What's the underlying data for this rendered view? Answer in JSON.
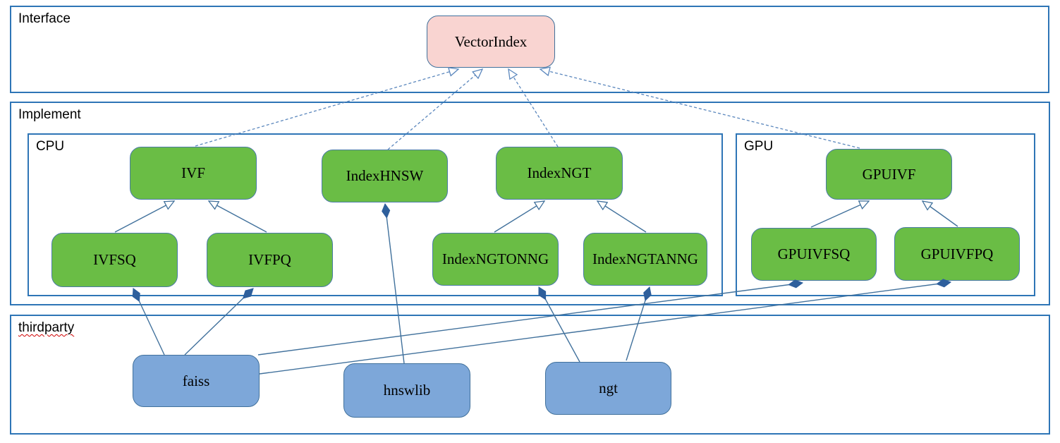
{
  "theme": {
    "line": "#41719c",
    "dash": "#5b87bd",
    "diamond": "#2e5f9c",
    "container-border": "#2e75b6",
    "green": "#6abd45",
    "green-border": "#4a7ba6",
    "blue": "#7da7d9",
    "blue-border": "#41719c",
    "pink": "#f9d4d1",
    "pink-border": "#41719c"
  },
  "sections": {
    "interface": {
      "label": "Interface"
    },
    "implement": {
      "label": "Implement"
    },
    "cpu": {
      "label": "CPU"
    },
    "gpu": {
      "label": "GPU"
    },
    "thirdparty": {
      "label": "thirdparty",
      "spellcheck_underline": true
    }
  },
  "nodes": {
    "vectorindex": {
      "label": "VectorIndex",
      "kind": "interface"
    },
    "ivf": {
      "label": "IVF",
      "kind": "cpu-implementation"
    },
    "indexhnsw": {
      "label": "IndexHNSW",
      "kind": "cpu-implementation"
    },
    "indexngt": {
      "label": "IndexNGT",
      "kind": "cpu-implementation"
    },
    "gpuivf": {
      "label": "GPUIVF",
      "kind": "gpu-implementation"
    },
    "ivfsq": {
      "label": "IVFSQ",
      "kind": "cpu-implementation"
    },
    "ivfpq": {
      "label": "IVFPQ",
      "kind": "cpu-implementation"
    },
    "indexngtonng": {
      "label": "IndexNGTONNG",
      "kind": "cpu-implementation"
    },
    "indexngtanng": {
      "label": "IndexNGTANNG",
      "kind": "cpu-implementation"
    },
    "gpuivfsq": {
      "label": "GPUIVFSQ",
      "kind": "gpu-implementation"
    },
    "gpuivfpq": {
      "label": "GPUIVFPQ",
      "kind": "gpu-implementation"
    },
    "faiss": {
      "label": "faiss",
      "kind": "thirdparty-library"
    },
    "hnswlib": {
      "label": "hnswlib",
      "kind": "thirdparty-library"
    },
    "ngt": {
      "label": "ngt",
      "kind": "thirdparty-library"
    }
  },
  "edges": [
    {
      "from": "IVF",
      "to": "VectorIndex",
      "type": "realization-dashed-hollow-arrow"
    },
    {
      "from": "IndexHNSW",
      "to": "VectorIndex",
      "type": "realization-dashed-hollow-arrow"
    },
    {
      "from": "IndexNGT",
      "to": "VectorIndex",
      "type": "realization-dashed-hollow-arrow"
    },
    {
      "from": "GPUIVF",
      "to": "VectorIndex",
      "type": "realization-dashed-hollow-arrow"
    },
    {
      "from": "IVFSQ",
      "to": "IVF",
      "type": "generalization-hollow-arrow"
    },
    {
      "from": "IVFPQ",
      "to": "IVF",
      "type": "generalization-hollow-arrow"
    },
    {
      "from": "IndexNGTONNG",
      "to": "IndexNGT",
      "type": "generalization-hollow-arrow"
    },
    {
      "from": "IndexNGTANNG",
      "to": "IndexNGT",
      "type": "generalization-hollow-arrow"
    },
    {
      "from": "GPUIVFSQ",
      "to": "GPUIVF",
      "type": "generalization-hollow-arrow"
    },
    {
      "from": "GPUIVFPQ",
      "to": "GPUIVF",
      "type": "generalization-hollow-arrow"
    },
    {
      "from": "faiss",
      "to": "IVFSQ",
      "type": "composition-filled-diamond"
    },
    {
      "from": "faiss",
      "to": "IVFPQ",
      "type": "composition-filled-diamond"
    },
    {
      "from": "faiss",
      "to": "GPUIVFSQ",
      "type": "composition-filled-diamond"
    },
    {
      "from": "faiss",
      "to": "GPUIVFPQ",
      "type": "composition-filled-diamond"
    },
    {
      "from": "hnswlib",
      "to": "IndexHNSW",
      "type": "composition-filled-diamond"
    },
    {
      "from": "ngt",
      "to": "IndexNGTONNG",
      "type": "composition-filled-diamond"
    },
    {
      "from": "ngt",
      "to": "IndexNGTANNG",
      "type": "composition-filled-diamond"
    }
  ]
}
